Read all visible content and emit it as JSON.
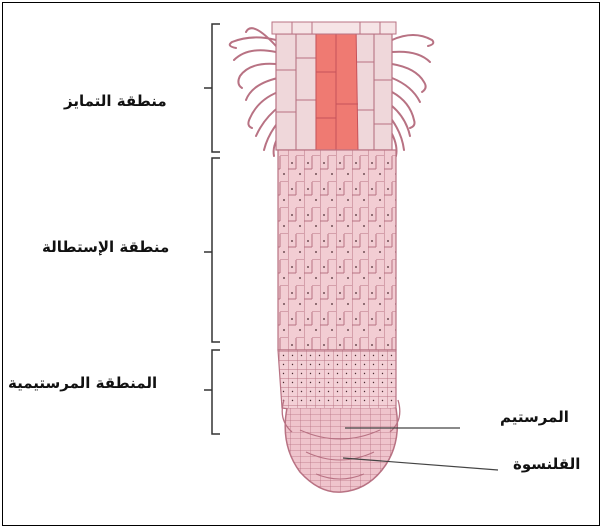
{
  "labels": {
    "differentiation_zone": "منطقة التمايز",
    "elongation_zone": "منطقة الإستطالة",
    "meristematic_zone": "المنطقة المرستيمية",
    "meristem": "المرستيم",
    "root_cap": "القلنسوة"
  },
  "colors": {
    "cell_fill": "#f2cdd3",
    "cell_fill_light": "#efd7da",
    "cell_outline": "#b87283",
    "highlight_cells": "#ef7a72",
    "root_hair": "#b87283",
    "bracket": "#333333",
    "leader_line": "#444444"
  }
}
